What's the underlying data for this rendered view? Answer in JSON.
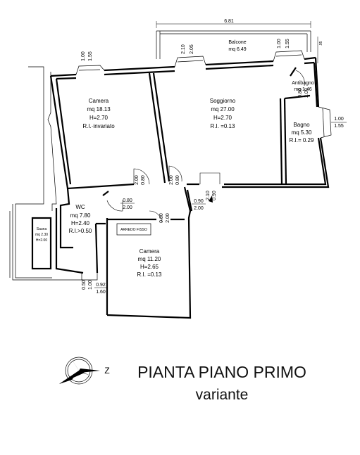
{
  "title": "PIANTA PIANO PRIMO",
  "subtitle": "variante",
  "compass_letter": "Z",
  "balcone_width": "6.81",
  "corner_dim": ".95",
  "rooms": {
    "balcone": {
      "name": "Balcone",
      "area": "mq 6.49"
    },
    "camera1": {
      "name": "Camera",
      "area": "mq 18.13",
      "height": "H=2.70",
      "ri": "R.I.·invariato"
    },
    "soggiorno": {
      "name": "Soggiorno",
      "area": "mq 27.00",
      "height": "H=2.70",
      "ri": "R.I.   =0.13"
    },
    "antibagno": {
      "name": "Antibagno",
      "area": "mq 1.46"
    },
    "bagno": {
      "name": "Bagno",
      "area": "mq 5.30",
      "ri": "R.I.= 0.29"
    },
    "wc": {
      "name": "WC",
      "area": "mq 7.80",
      "height": "H=2.40",
      "ri": "R.I.>0.50"
    },
    "sauna": {
      "name": "Sauna",
      "area": "mq 2.30",
      "height": "H=2.00"
    },
    "camera2": {
      "name": "Camera",
      "area": "mq 11.20",
      "height": "H=2.65",
      "ri": "R.I.  =0.13"
    },
    "arredo": {
      "label": "ARREDO FISSO"
    }
  },
  "openings": {
    "w1_top": "1.00",
    "w1_bot": "1.55",
    "w2_top": "2.10",
    "w2_bot": "2.05",
    "w3_top": "1.00",
    "w3_bot": "1.55",
    "w4_top": "1.00",
    "w4_bot": "1.55",
    "d_anti_top": "0.80",
    "d_anti_bot": "2.00",
    "d_cam_top": "0.80",
    "d_cam_bot": "2.00",
    "d_sog_top": "0.80",
    "d_sog_bot": "2.00",
    "d_h1_top": "0.90",
    "d_h1_bot": "2.10",
    "d_h2_top": "0.90",
    "d_h2_bot": "2.00",
    "d_wc_top": "0.80",
    "d_wc_bot": "2.00",
    "d_cam2_top": "0.80",
    "d_cam2_bot": "2.00",
    "w_sauna_top": "0.50",
    "w_sauna_bot": "1.00",
    "w_cam2_top": "0.92",
    "w_cam2_bot": "1.60"
  }
}
